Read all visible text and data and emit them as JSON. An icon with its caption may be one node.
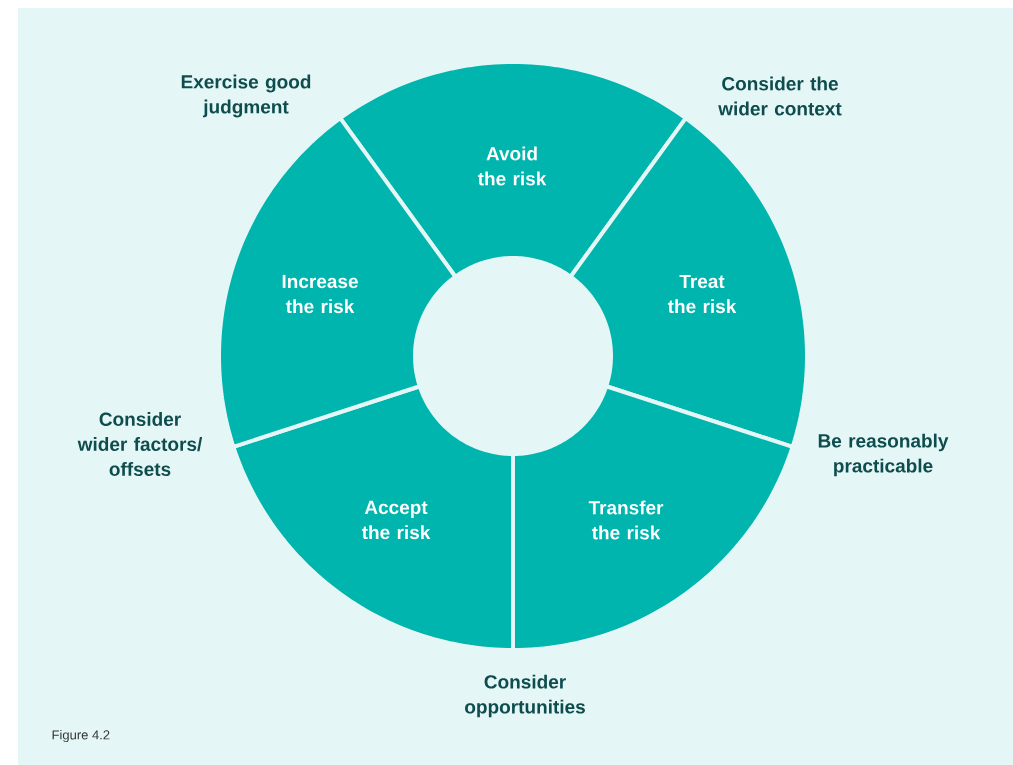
{
  "diagram": {
    "caption": "Figure 4.2",
    "nodes": [
      {
        "text": [
          "Avoid the risk"
        ]
      },
      {
        "text": [
          "Treat the risk"
        ]
      },
      {
        "text": [
          "Transfer the risk"
        ]
      },
      {
        "text": [
          "Accept the risk"
        ]
      },
      {
        "text": [
          "Increase the risk"
        ]
      }
    ],
    "labels": [
      "Exercise good judgment",
      "Consider the wider context",
      "Consider wider factors/ offsets",
      "Be reasonably practicable",
      "Consider opportunities"
    ]
  }
}
